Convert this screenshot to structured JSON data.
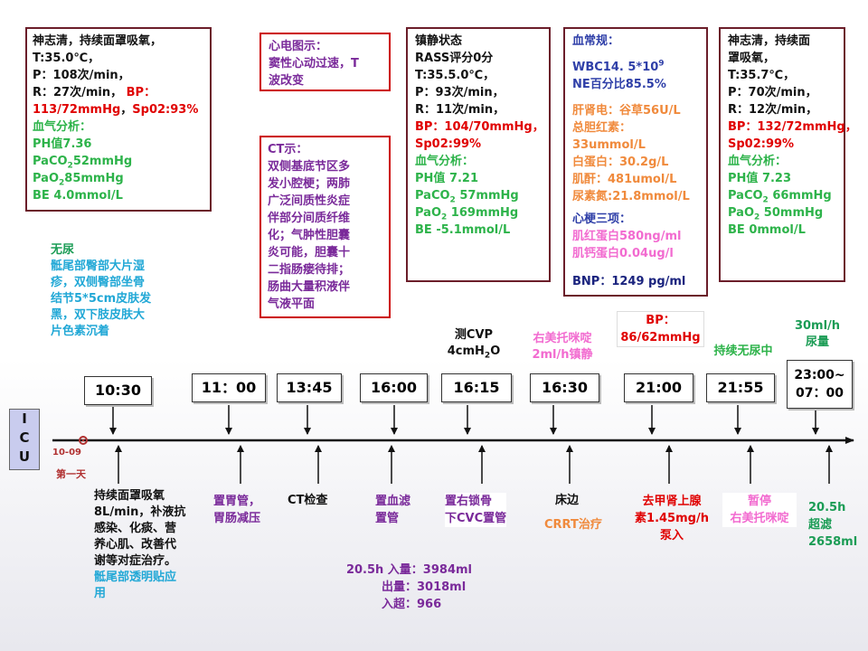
{
  "panels": {
    "admission": {
      "lines": [
        {
          "t": "神志清，持续面罩吸氧，",
          "c": "k"
        },
        {
          "t": "T:35.0℃，",
          "c": "k"
        },
        {
          "t": "P：108次/min，",
          "c": "k"
        },
        {
          "a": "R：27次/min， ",
          "ac": "k",
          "b": "BP：",
          "bc": "r"
        },
        {
          "a": "113/72mmHg",
          "ac": "r",
          "b": "，",
          "bc": "k",
          "c2": "Sp02:93%",
          "cc": "r"
        },
        {
          "t": "血气分析：",
          "c": "g"
        },
        {
          "t": "PH值7.36",
          "c": "g"
        },
        {
          "pre": "PaCO",
          "sub": "2",
          "post": "52mmHg",
          "c": "g"
        },
        {
          "pre": " PaO",
          "sub": "2",
          "post": "85mmHg",
          "c": "g"
        },
        {
          "t": "BE  4.0mmol/L",
          "c": "g"
        }
      ]
    },
    "ecg": {
      "title": "心电图示：",
      "text": [
        "窦性心动过速，T",
        "波改变"
      ]
    },
    "ct": {
      "title": "CT示：",
      "text": [
        "双侧基底节区多",
        "发小腔梗；两肺",
        "广泛间质性炎症",
        "伴部分间质纤维",
        "化；气肿性胆囊",
        "炎可能，胆囊十",
        "二指肠瘘待排；",
        "肠曲大量积液伴",
        "气液平面"
      ]
    },
    "sedation": {
      "lines": [
        {
          "t": "镇静状态",
          "c": "k"
        },
        {
          "t": "RASS评分0分",
          "c": "k"
        },
        {
          "t": "T:35.5.0℃，",
          "c": "k"
        },
        {
          "t": "P：93次/min，",
          "c": "k"
        },
        {
          "t": "R：11次/min，",
          "c": "k"
        },
        {
          "t": "BP：104/70mmHg，",
          "c": "r"
        },
        {
          "t": "Sp02:99%",
          "c": "r"
        },
        {
          "t": "血气分析：",
          "c": "g"
        },
        {
          "a": "PH值  ",
          "b": "7.21",
          "c": "g"
        },
        {
          "pre": "PaCO",
          "sub": "2",
          "post": "  57mmHg",
          "c": "g"
        },
        {
          "pre": "PaO",
          "sub": "2",
          "post": "   169mmHg",
          "c": "g"
        },
        {
          "a": "BE    ",
          "b": "  -5.1mmol/L",
          "c": "g"
        }
      ]
    },
    "labs": {
      "blood_routine_title": "血常规：",
      "wbc": {
        "pre": "WBC14. 5*10",
        "sup": "9"
      },
      "ne": "NE百分比85.5%",
      "liver_renal": [
        "肝肾电：谷草56U/L",
        "总胆红素：",
        "33ummol/L",
        "白蛋白：30.2g/L",
        "肌酐：481umol/L",
        "尿素氮:21.8mmol/L"
      ],
      "cardiac_title": "心梗三项：",
      "cardiac": [
        "肌红蛋白580ng/ml",
        "肌钙蛋白0.04ug/l"
      ],
      "bnp": "BNP：1249 pg/ml"
    },
    "latest": {
      "lines": [
        {
          "t": "神志清，持续面",
          "c": "k"
        },
        {
          "t": "罩吸氧，",
          "c": "k"
        },
        {
          "t": "T:35.7℃，",
          "c": "k"
        },
        {
          "t": "P：70次/min，",
          "c": "k"
        },
        {
          "t": "R：12次/min，",
          "c": "k"
        },
        {
          "t": "BP：132/72mmHg，",
          "c": "r"
        },
        {
          "t": "Sp02:99%",
          "c": "r"
        },
        {
          "t": "血气分析：",
          "c": "g"
        },
        {
          "a": "PH值    ",
          "b": "7.23",
          "c": "g"
        },
        {
          "pre": "PaCO",
          "sub": "2",
          "post": "  66mmHg",
          "c": "g"
        },
        {
          "pre": "PaO",
          "sub": "2",
          "post": "  50mmHg",
          "c": "g"
        },
        {
          "a": "BE     ",
          "b": "0mmol/L",
          "c": "g"
        }
      ]
    }
  },
  "skin_note": [
    "无尿",
    "骶尾部臀部大片湿",
    "疹，双侧臀部坐骨",
    "结节5*5cm皮肤发",
    "黑，双下肢皮肤大",
    "片色素沉着"
  ],
  "icu_label": [
    "I",
    "C",
    "U"
  ],
  "start_date": "10-09",
  "day_label": "第一天",
  "times": [
    "10:30",
    "11：00",
    "13:45",
    "16:00",
    "16:15",
    "16:30",
    "21:00",
    "21:55",
    "23:00~",
    "07：00"
  ],
  "above_notes": {
    "cvp": [
      "测CVP",
      "4cmH",
      "2",
      "O"
    ],
    "remifentanil": [
      "右美托咪啶",
      "2ml/h镇静"
    ],
    "bp": [
      "BP：",
      "86/62mmHg"
    ],
    "anuria": "持续无尿中",
    "urine": [
      "30ml/h",
      "尿量"
    ]
  },
  "below_notes": {
    "n1030": [
      "持续面罩吸氧",
      "8L/min，补液抗",
      "感染、化痰、营",
      "养心肌、改善代",
      "谢等对症治疗。"
    ],
    "n1030_b": [
      "骶尾部透明贴应",
      "用"
    ],
    "n1100": [
      "置胃管，",
      "胃肠减压"
    ],
    "n1345": "CT检查",
    "n1600": [
      "置血滤",
      "置管"
    ],
    "n1615": [
      "置右锁骨",
      "下CVC置管"
    ],
    "n1630": "床边",
    "n1630_b": "CRRT治疗",
    "n2100": [
      "去甲肾上腺",
      "素1.45mg/h",
      "泵入"
    ],
    "n2155": [
      "暂停",
      "右美托咪啶"
    ],
    "n2300": [
      "20.5h",
      "超滤",
      "2658ml"
    ],
    "balance": [
      "20.5h 入量：3984ml",
      "出量：3018ml",
      "入超：966"
    ]
  }
}
